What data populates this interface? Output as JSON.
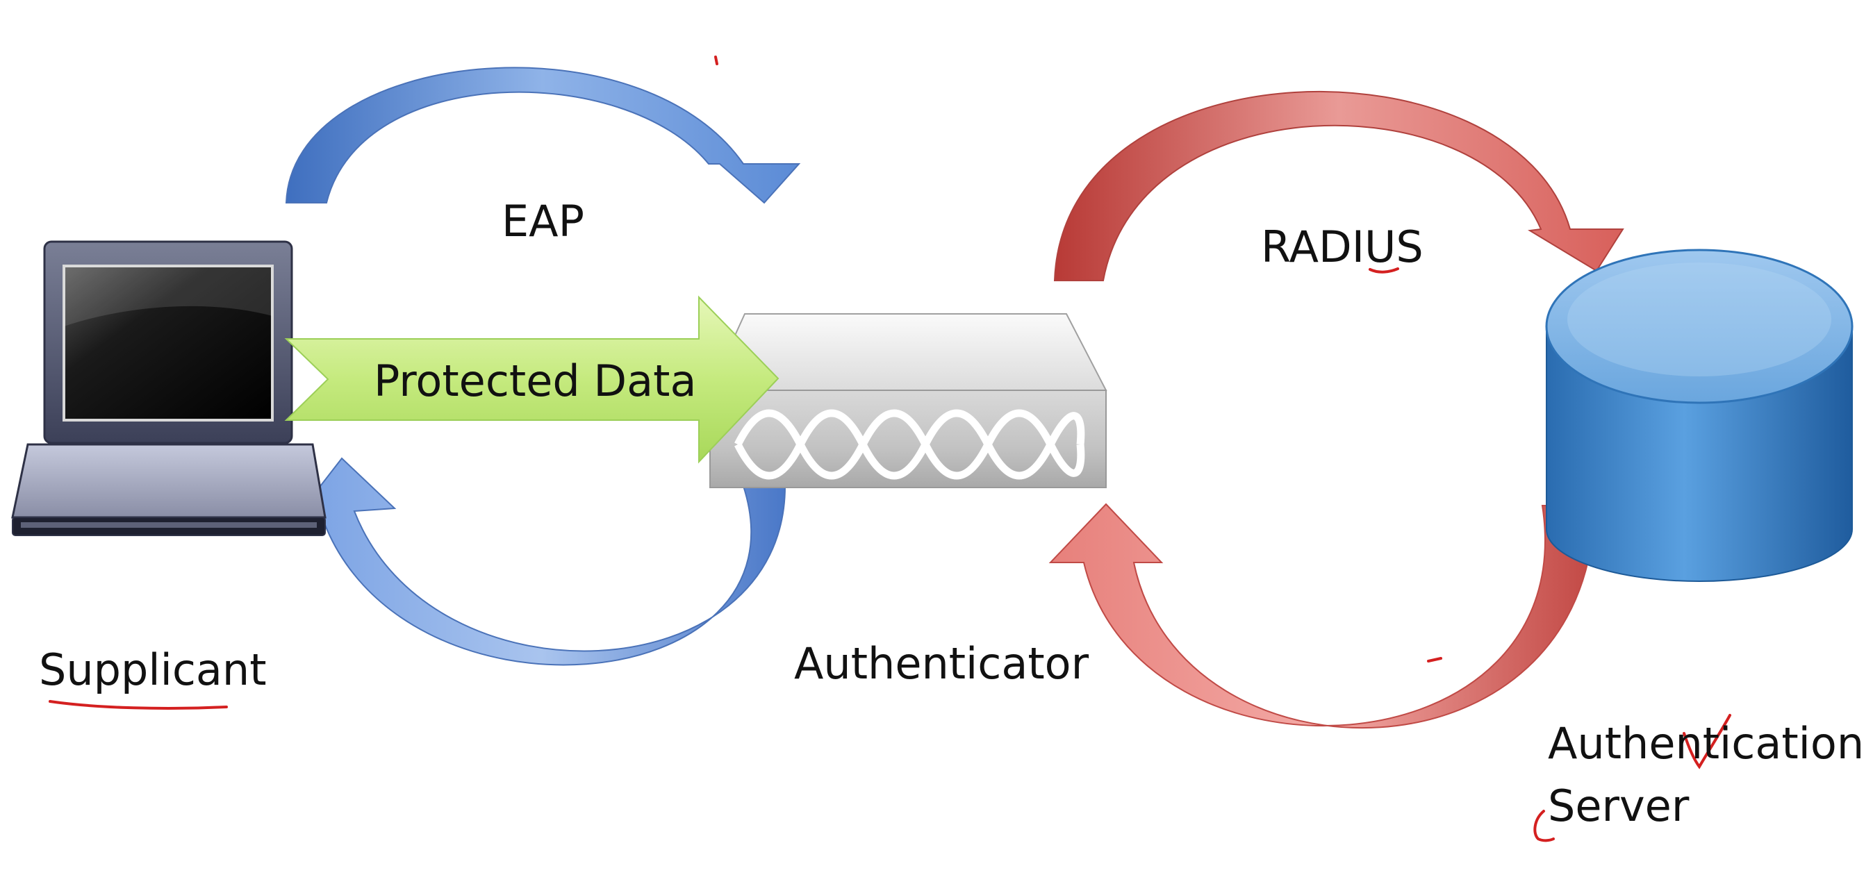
{
  "diagram": {
    "labels": {
      "eap": "EAP",
      "radius": "RADIUS",
      "protected_data": "Protected Data",
      "supplicant": "Supplicant",
      "authenticator": "Authenticator",
      "auth_server_line1": "Authentication",
      "auth_server_line2": "Server"
    },
    "colors": {
      "eap_arrow": "#6b95d6",
      "radius_arrow": "#d9625e",
      "protected_arrow": "#c9ec86",
      "database": "#3b85c9",
      "annotation_ink": "#d42020"
    },
    "icons": [
      "laptop-icon",
      "switch-icon",
      "database-icon"
    ]
  }
}
